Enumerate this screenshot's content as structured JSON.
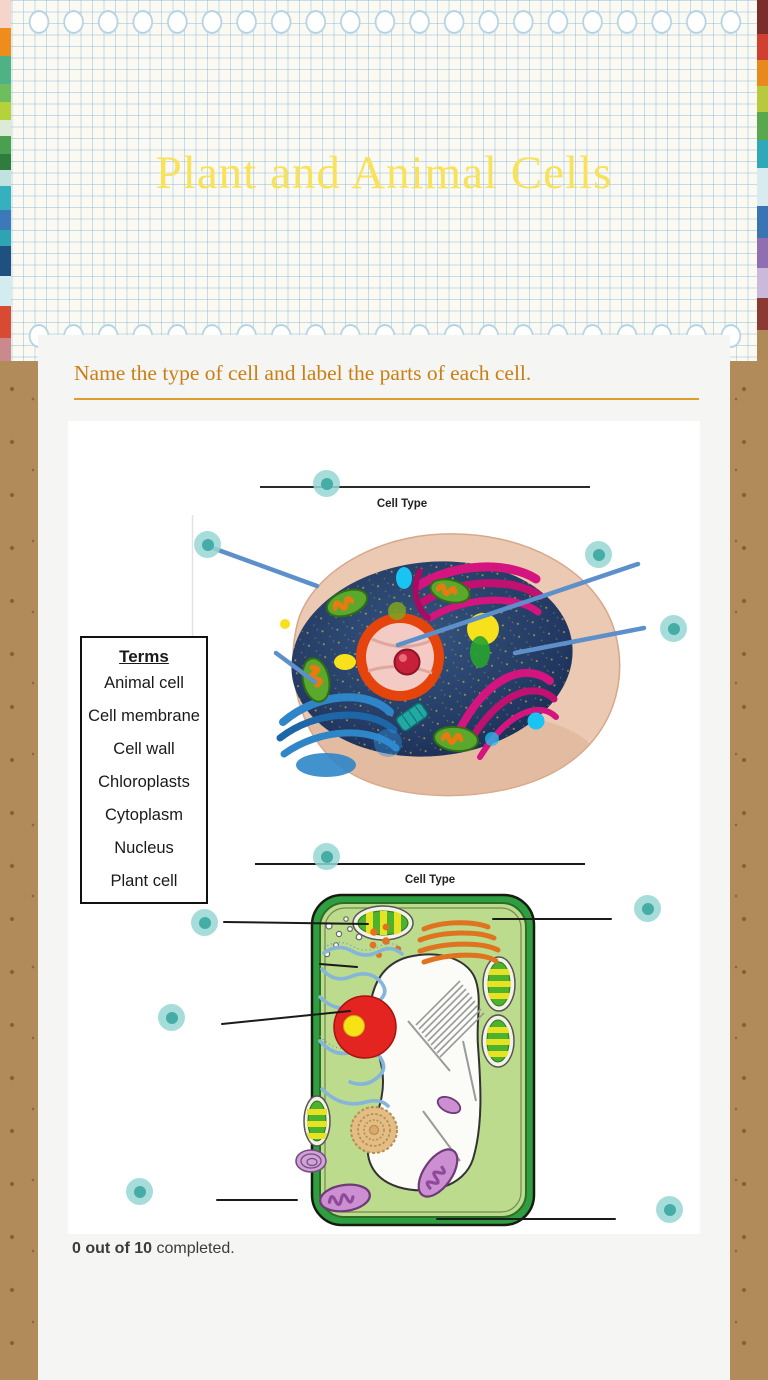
{
  "header": {
    "title": "Plant and Animal Cells"
  },
  "card": {
    "question": "Name the type of cell and label the parts of each cell.",
    "terms": {
      "title": "Terms",
      "items": [
        "Animal cell",
        "Cell membrane",
        "Cell wall",
        "Chloroplasts",
        "Cytoplasm",
        "Nucleus",
        "Plant cell"
      ]
    },
    "diagrams": [
      {
        "id": "animal-cell",
        "cell_type_label": "Cell Type"
      },
      {
        "id": "plant-cell",
        "cell_type_label": "Cell Type"
      }
    ],
    "progress": {
      "completed_bold": "0 out of 10",
      "completed_rest": " completed."
    }
  },
  "markers": {
    "count": 10
  },
  "colors": {
    "title_yellow": "#f8e25c",
    "heading_orange": "#c97f15",
    "marker_teal": "#45aca6",
    "marker_halo": "#97d7d3",
    "leader_blue": "#5d8fcb",
    "card_gray": "#f5f5f4",
    "background_brown": "#b18b5a"
  }
}
